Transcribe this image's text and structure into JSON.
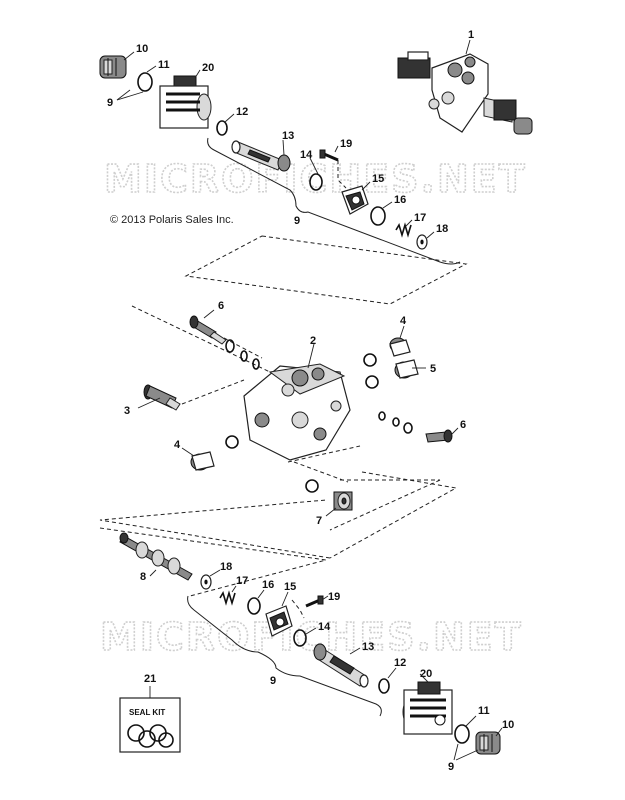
{
  "copyright": "© 2013 Polaris Sales Inc.",
  "watermark": "MICROFICHES.NET",
  "seal_kit_label": "SEAL KIT",
  "callouts": {
    "c1": "1",
    "c2": "2",
    "c3": "3",
    "c4a": "4",
    "c4b": "4",
    "c5": "5",
    "c6a": "6",
    "c6b": "6",
    "c7": "7",
    "c8": "8",
    "c9a": "9",
    "c9b": "9",
    "c9c": "9",
    "c9d": "9",
    "c10a": "10",
    "c10b": "10",
    "c11a": "11",
    "c11b": "11",
    "c12a": "12",
    "c12b": "12",
    "c13a": "13",
    "c13b": "13",
    "c14a": "14",
    "c14b": "14",
    "c15a": "15",
    "c15b": "15",
    "c16a": "16",
    "c16b": "16",
    "c17a": "17",
    "c17b": "17",
    "c18a": "18",
    "c18b": "18",
    "c19a": "19",
    "c19b": "19",
    "c20a": "20",
    "c20b": "20",
    "c21": "21"
  }
}
